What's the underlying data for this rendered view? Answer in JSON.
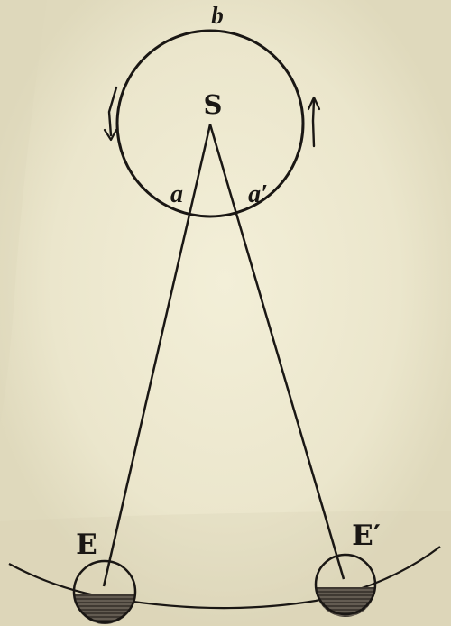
{
  "diagram": {
    "labels": {
      "sun": "S",
      "top_point": "b",
      "left_point": "a",
      "right_point": "a′",
      "earth_left": "E",
      "earth_right": "E′"
    },
    "colors": {
      "paper": "#ebe6cc",
      "paper_shadow": "#ddd7ba",
      "ink": "#1a1714"
    }
  }
}
